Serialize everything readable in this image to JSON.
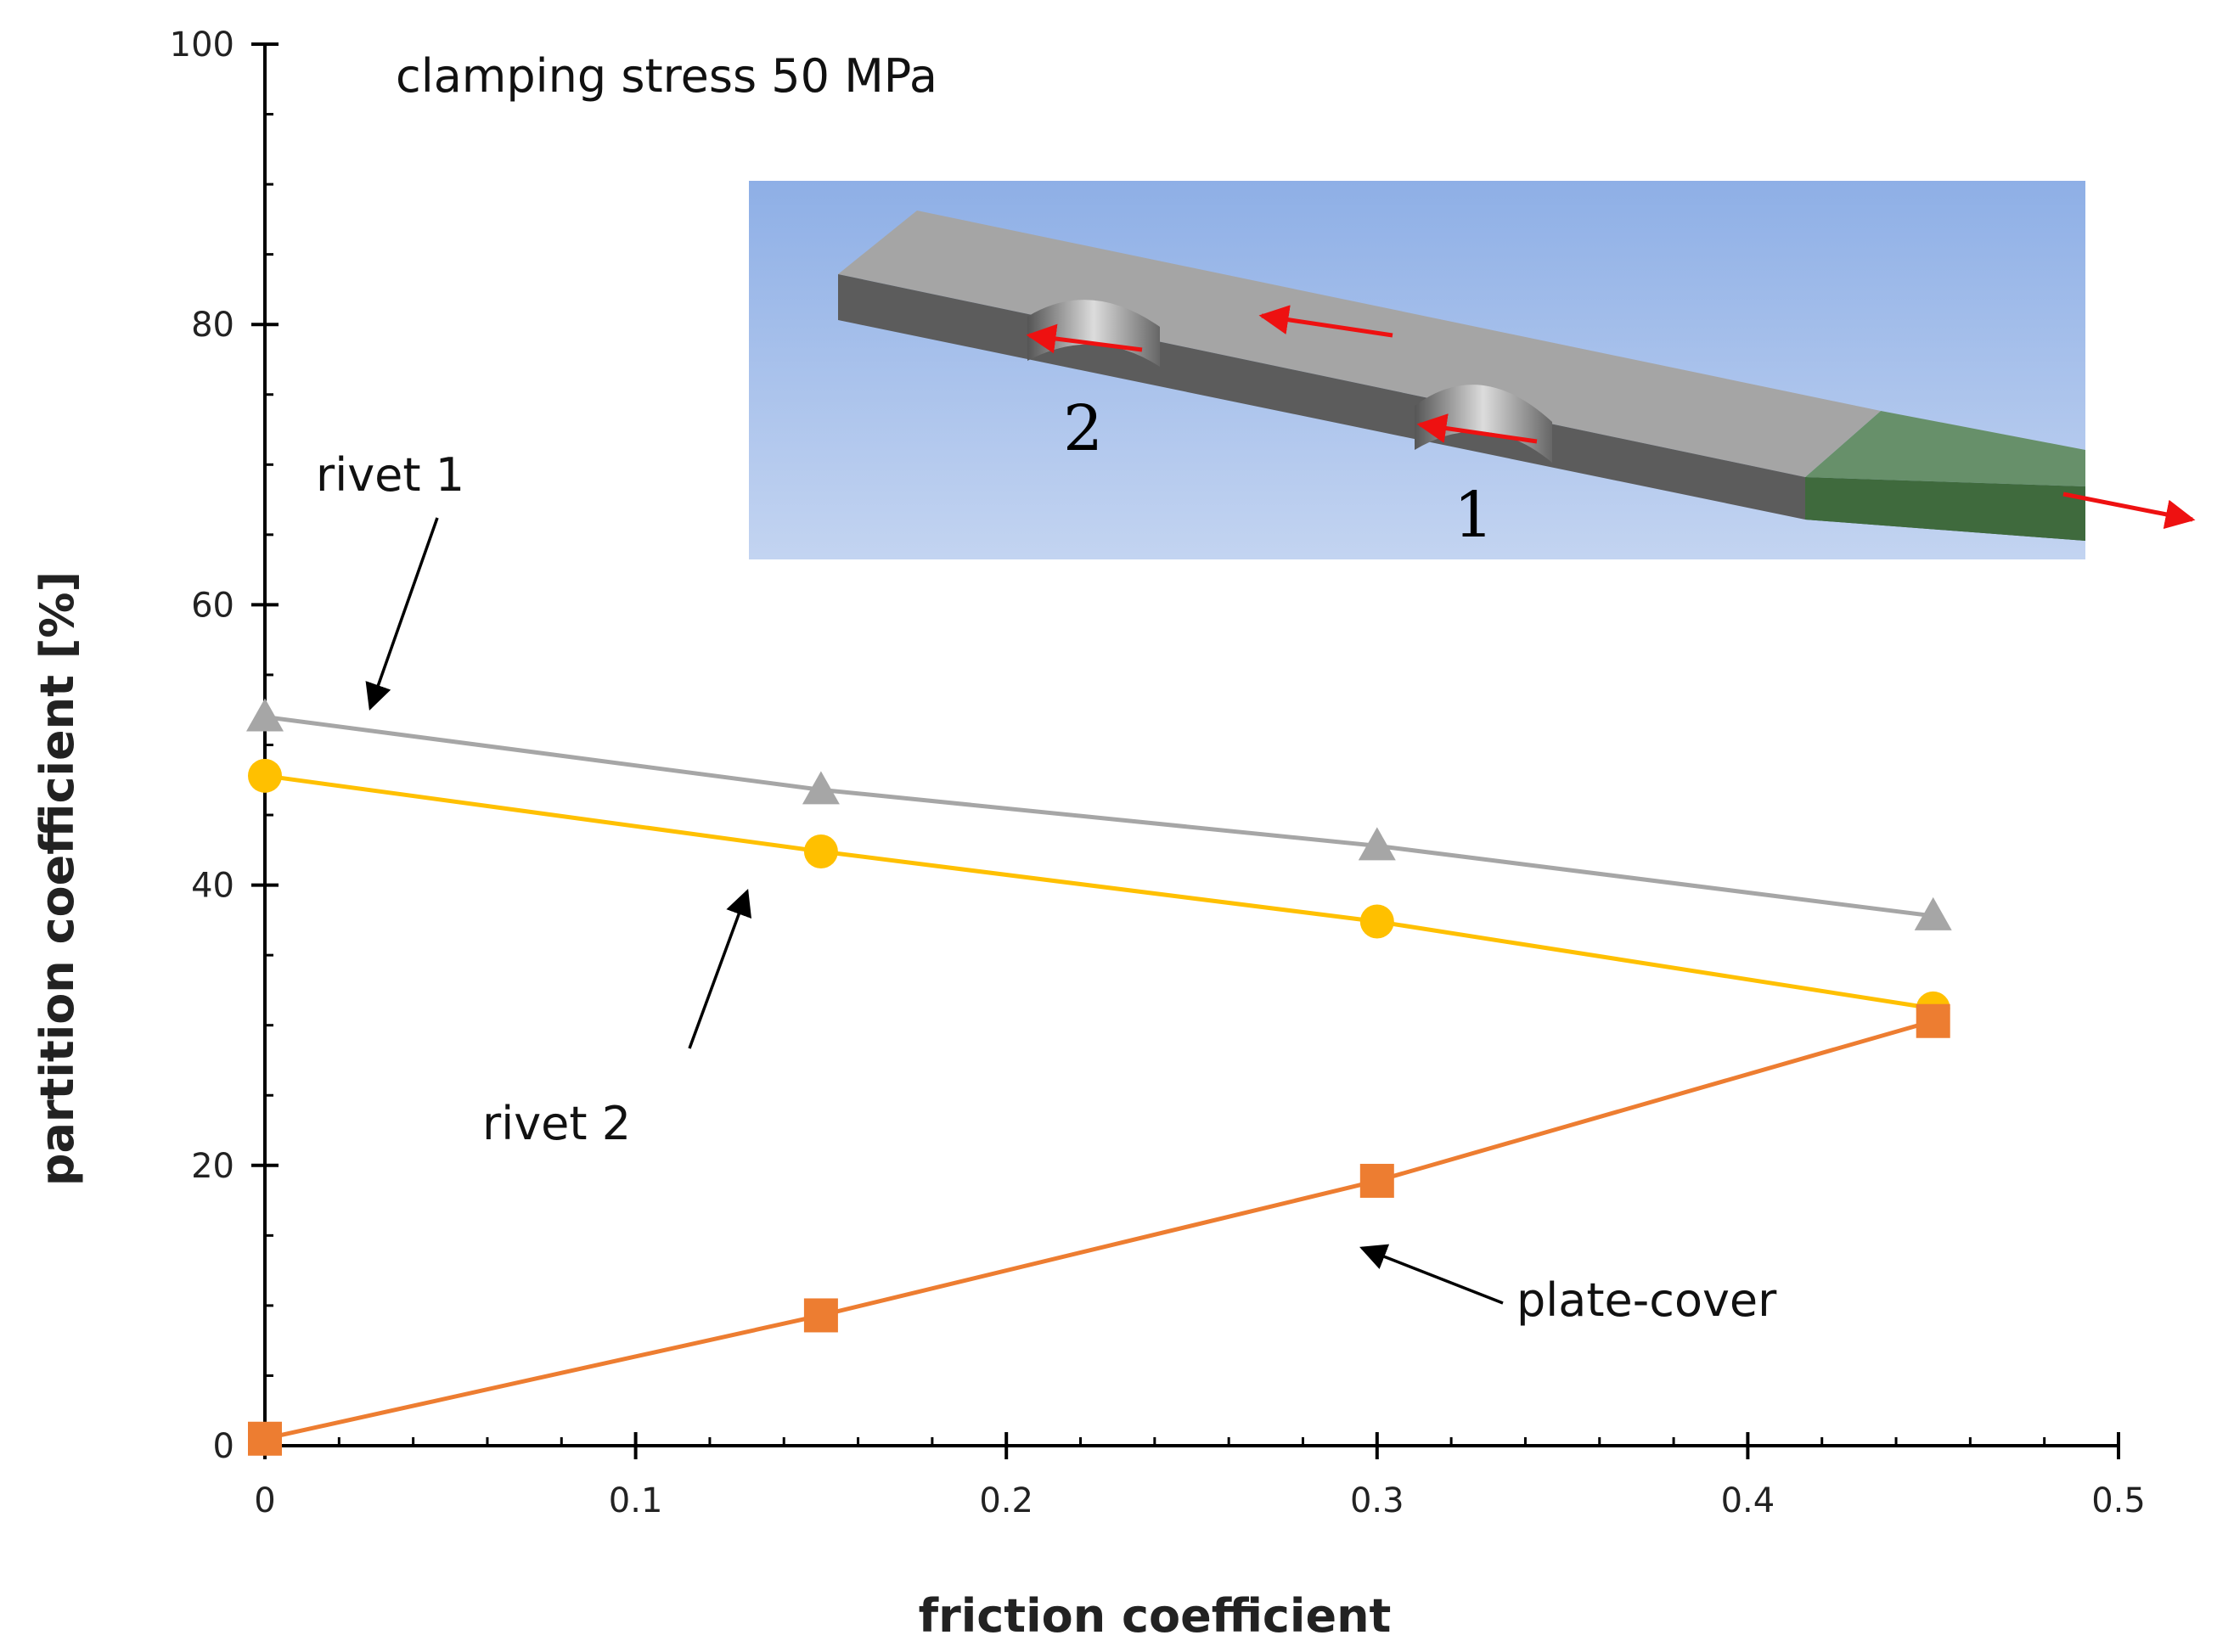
{
  "chart_data": {
    "type": "line",
    "title": "",
    "xlabel": "friction coefficient",
    "ylabel": "partition coefficient  [%]",
    "xlim": [
      0,
      0.5
    ],
    "ylim": [
      0,
      100
    ],
    "x_ticks": [
      "0",
      "0.1",
      "0.2",
      "0.3",
      "0.4",
      "0.5"
    ],
    "y_ticks": [
      "0",
      "20",
      "40",
      "60",
      "80",
      "100"
    ],
    "grid": false,
    "legend": "none",
    "series": [
      {
        "x": [
          0,
          0.15,
          0.3,
          0.45
        ],
        "values": [
          52,
          46.8,
          42.8,
          37.8
        ],
        "color": "#a6a6a6",
        "marker": "triangle"
      },
      {
        "x": [
          0,
          0.15,
          0.3,
          0.45
        ],
        "values": [
          47.8,
          42.4,
          37.4,
          31.2
        ],
        "color": "#ffc000",
        "marker": "circle"
      },
      {
        "x": [
          0,
          0.15,
          0.3,
          0.45
        ],
        "values": [
          0.5,
          9.3,
          18.9,
          30.3
        ],
        "color": "#ed7d31",
        "marker": "square"
      }
    ],
    "annotations": {
      "clamping": "clamping stress 50 MPa",
      "rivet1": "rivet 1",
      "rivet2": "rivet 2",
      "plate_cover": "plate-cover"
    },
    "inset": {
      "label_hole_1": "1",
      "label_hole_2": "2",
      "background_color": "#a9c1ea",
      "plate_color": "#a3a3a3",
      "cover_color": "#5e8a5e",
      "arrow_color": "#ee1111"
    }
  }
}
